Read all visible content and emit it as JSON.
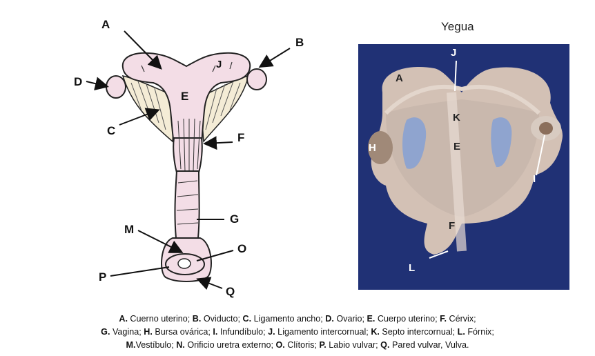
{
  "drawing_labels": {
    "A": "A",
    "B": "B",
    "C": "C",
    "D": "D",
    "E": "E",
    "F": "F",
    "G": "G",
    "M": "M",
    "O": "O",
    "P": "P",
    "Q": "Q",
    "J": "J"
  },
  "photo": {
    "title": "Yegua",
    "labels": {
      "A": "A",
      "J": "J",
      "K": "K",
      "E": "E",
      "H": "H",
      "I": "I",
      "F": "F",
      "L": "L"
    }
  },
  "caption": {
    "items": [
      {
        "key": "A.",
        "text": " Cuerno uterino; "
      },
      {
        "key": "B.",
        "text": " Oviducto; "
      },
      {
        "key": "C.",
        "text": " Ligamento ancho; "
      },
      {
        "key": "D.",
        "text": " Ovario; "
      },
      {
        "key": "E.",
        "text": " Cuerpo uterino; "
      },
      {
        "key": "F.",
        "text": " Cérvix;"
      },
      {
        "key": "G.",
        "text": " Vagina; "
      },
      {
        "key": "H.",
        "text": " Bursa ovárica; "
      },
      {
        "key": "I.",
        "text": " Infundíbulo; "
      },
      {
        "key": "J.",
        "text": " Ligamento intercornual; "
      },
      {
        "key": "K.",
        "text": " Septo intercornual; "
      },
      {
        "key": "L.",
        "text": " Fórnix;"
      },
      {
        "key": "M.",
        "text": "Vestíbulo; "
      },
      {
        "key": "N.",
        "text": " Orificio uretra externo; "
      },
      {
        "key": "O.",
        "text": " Clítoris; "
      },
      {
        "key": "P.",
        "text": " Labio vulvar; "
      },
      {
        "key": "Q.",
        "text": " Pared vulvar, Vulva."
      }
    ]
  }
}
